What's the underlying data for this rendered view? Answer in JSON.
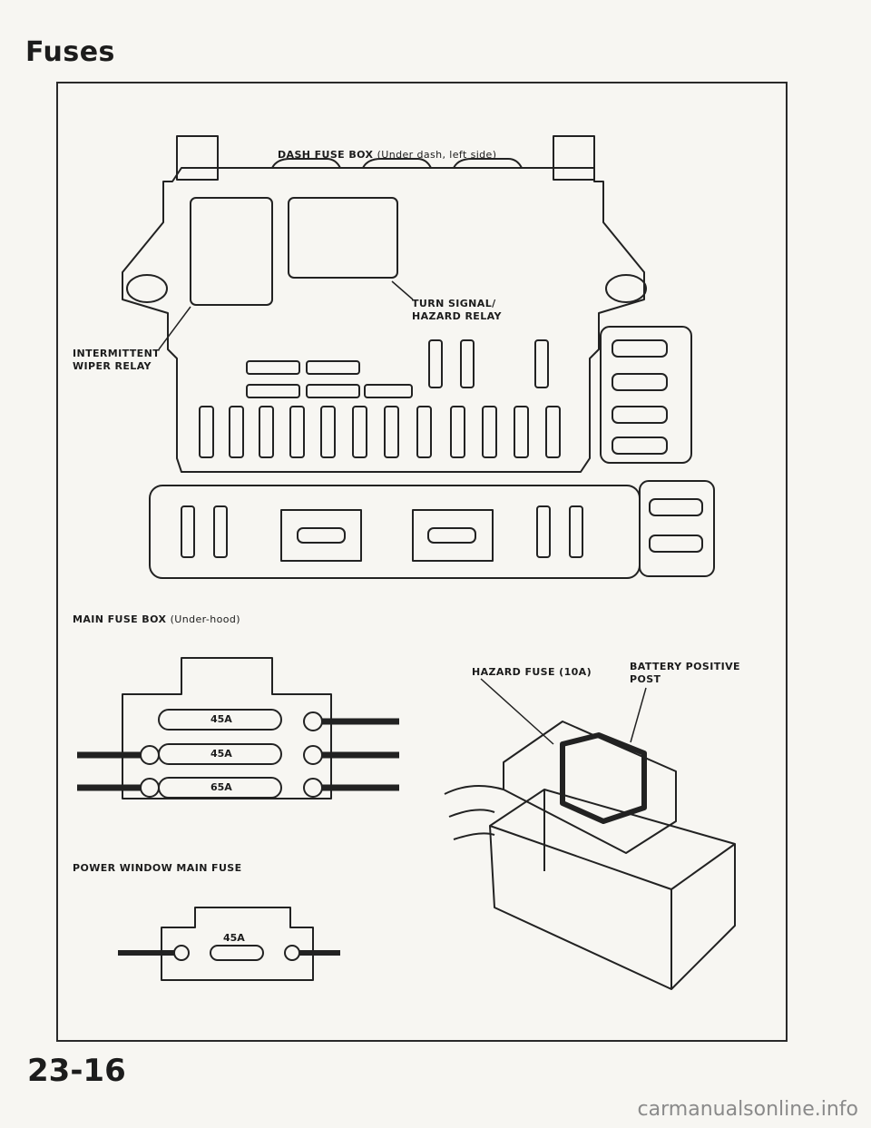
{
  "header": {
    "title": "Fuses"
  },
  "dash_fuse_box": {
    "label": "DASH FUSE BOX",
    "sub": "(Under dash, left side)",
    "turn_signal_line1": "TURN SIGNAL/",
    "turn_signal_line2": "HAZARD RELAY",
    "wiper_line1": "INTERMITTENT",
    "wiper_line2": "WIPER RELAY"
  },
  "main_fuse_box": {
    "label": "MAIN FUSE BOX",
    "sub": "(Under-hood)"
  },
  "main_fuses": {
    "fuse1": "45A",
    "fuse2": "45A",
    "fuse3": "65A"
  },
  "hazard": {
    "fuse_label": "HAZARD FUSE (10A)",
    "battery_line1": "BATTERY POSITIVE",
    "battery_line2": "POST"
  },
  "power_window": {
    "label": "POWER WINDOW MAIN FUSE",
    "rating": "45A"
  },
  "footer": {
    "page_number": "23-16",
    "watermark": "carmanualsonline.info"
  }
}
